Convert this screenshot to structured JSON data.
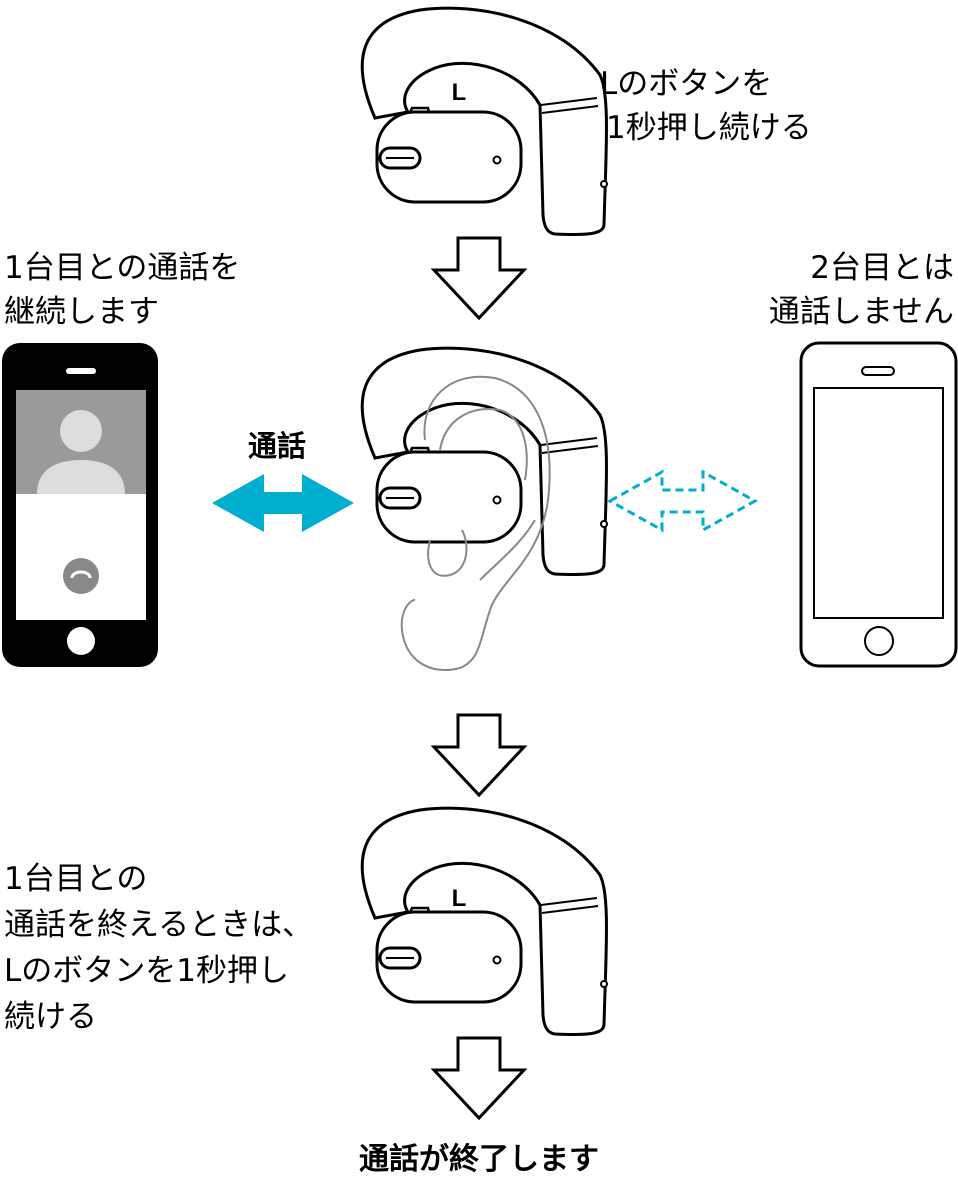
{
  "step1": {
    "line1": "Lのボタンを",
    "line2": "1秒押し続ける"
  },
  "left_device": {
    "line1": "1台目との通話を",
    "line2": "継続します"
  },
  "right_device": {
    "line1": "2台目とは",
    "line2": "通話しません"
  },
  "call_label": "通話",
  "step3": {
    "line1": "1台目との",
    "line2": "通話を終えるときは、",
    "line3": "Lのボタンを1秒押し",
    "line4": "続ける"
  },
  "result": "通話が終了します",
  "earbud_letter": "L",
  "colors": {
    "active_arrow": "#00aed0",
    "phone_body": "#000000",
    "screen_top": "#9a9a9a"
  }
}
